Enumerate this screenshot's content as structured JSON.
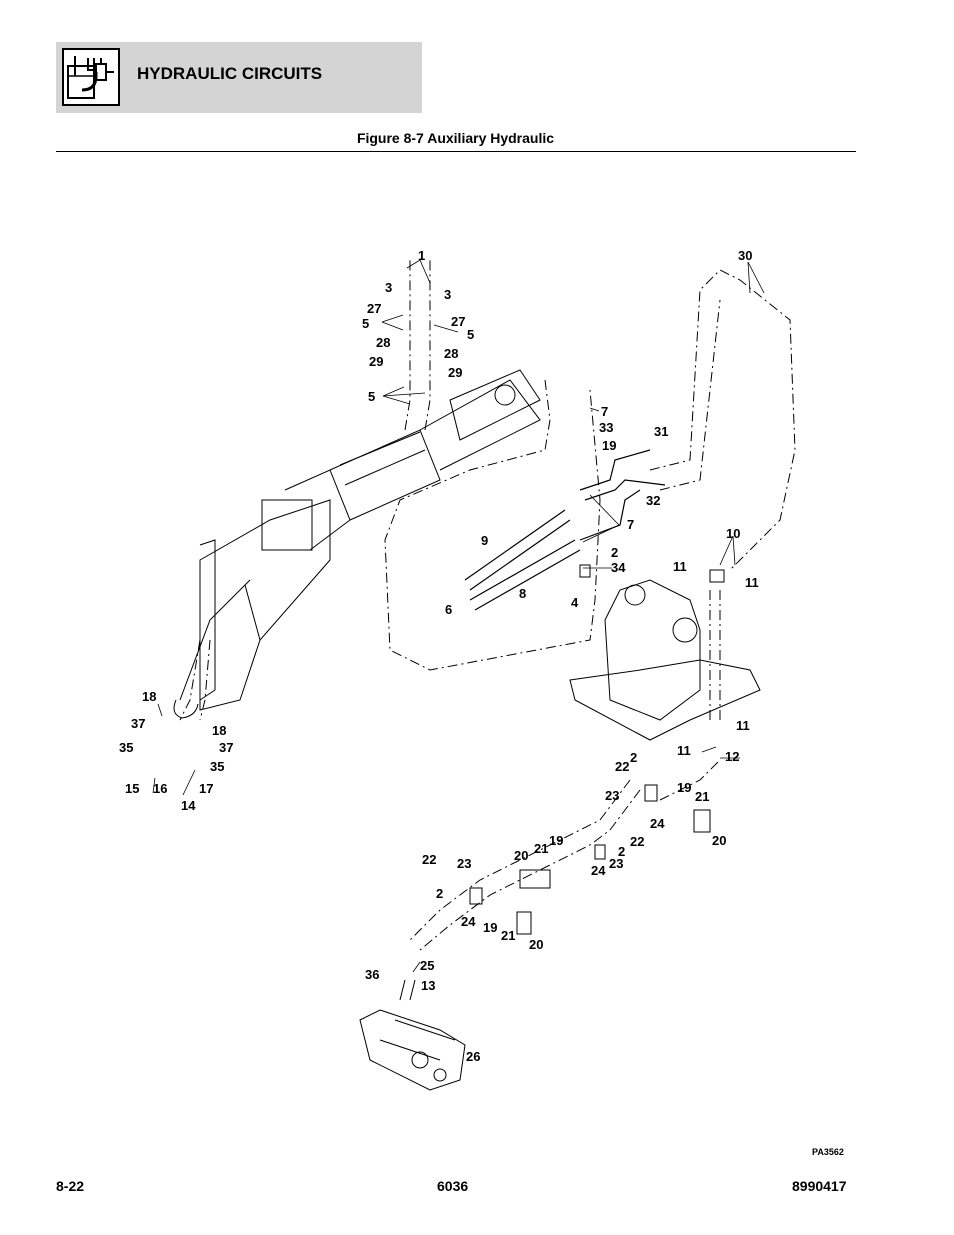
{
  "header": {
    "section_title": "HYDRAULIC CIRCUITS",
    "icon": "hydraulic-circuits-icon"
  },
  "figure": {
    "title": "Figure 8-7 Auxiliary Hydraulic",
    "art_code": "PA3562"
  },
  "callouts": [
    {
      "id": "c1",
      "text": "1"
    },
    {
      "id": "c3a",
      "text": "3"
    },
    {
      "id": "c3b",
      "text": "3"
    },
    {
      "id": "c27a",
      "text": "27"
    },
    {
      "id": "c5a",
      "text": "5"
    },
    {
      "id": "c27b",
      "text": "27"
    },
    {
      "id": "c5b",
      "text": "5"
    },
    {
      "id": "c28a",
      "text": "28"
    },
    {
      "id": "c28b",
      "text": "28"
    },
    {
      "id": "c29a",
      "text": "29"
    },
    {
      "id": "c29b",
      "text": "29"
    },
    {
      "id": "c5c",
      "text": "5"
    },
    {
      "id": "c30",
      "text": "30"
    },
    {
      "id": "c7a",
      "text": "7"
    },
    {
      "id": "c33",
      "text": "33"
    },
    {
      "id": "c19a",
      "text": "19"
    },
    {
      "id": "c31",
      "text": "31"
    },
    {
      "id": "c32",
      "text": "32"
    },
    {
      "id": "c7b",
      "text": "7"
    },
    {
      "id": "c9",
      "text": "9"
    },
    {
      "id": "c2a",
      "text": "2"
    },
    {
      "id": "c34",
      "text": "34"
    },
    {
      "id": "c8",
      "text": "8"
    },
    {
      "id": "c4",
      "text": "4"
    },
    {
      "id": "c6",
      "text": "6"
    },
    {
      "id": "c10",
      "text": "10"
    },
    {
      "id": "c11a",
      "text": "11"
    },
    {
      "id": "c11b",
      "text": "11"
    },
    {
      "id": "c18a",
      "text": "18"
    },
    {
      "id": "c37a",
      "text": "37"
    },
    {
      "id": "c35a",
      "text": "35"
    },
    {
      "id": "c15",
      "text": "15"
    },
    {
      "id": "c16",
      "text": "16"
    },
    {
      "id": "c18b",
      "text": "18"
    },
    {
      "id": "c37b",
      "text": "37"
    },
    {
      "id": "c35b",
      "text": "35"
    },
    {
      "id": "c17",
      "text": "17"
    },
    {
      "id": "c14",
      "text": "14"
    },
    {
      "id": "c11c",
      "text": "11"
    },
    {
      "id": "c11d",
      "text": "11"
    },
    {
      "id": "c12",
      "text": "12"
    },
    {
      "id": "c22a",
      "text": "22"
    },
    {
      "id": "c2b",
      "text": "2"
    },
    {
      "id": "c23a",
      "text": "23"
    },
    {
      "id": "c19b",
      "text": "19"
    },
    {
      "id": "c21a",
      "text": "21"
    },
    {
      "id": "c24a",
      "text": "24"
    },
    {
      "id": "c20a",
      "text": "20"
    },
    {
      "id": "c22b",
      "text": "22"
    },
    {
      "id": "c2c",
      "text": "2"
    },
    {
      "id": "c23b",
      "text": "23"
    },
    {
      "id": "c24b",
      "text": "24"
    },
    {
      "id": "c20b",
      "text": "20"
    },
    {
      "id": "c21b",
      "text": "21"
    },
    {
      "id": "c19c",
      "text": "19"
    },
    {
      "id": "c22c",
      "text": "22"
    },
    {
      "id": "c23c",
      "text": "23"
    },
    {
      "id": "c2d",
      "text": "2"
    },
    {
      "id": "c24c",
      "text": "24"
    },
    {
      "id": "c19d",
      "text": "19"
    },
    {
      "id": "c21c",
      "text": "21"
    },
    {
      "id": "c20c",
      "text": "20"
    },
    {
      "id": "c36",
      "text": "36"
    },
    {
      "id": "c25",
      "text": "25"
    },
    {
      "id": "c13",
      "text": "13"
    },
    {
      "id": "c26",
      "text": "26"
    }
  ],
  "footer": {
    "page_number": "8-22",
    "model": "6036",
    "part_number": "8990417"
  }
}
